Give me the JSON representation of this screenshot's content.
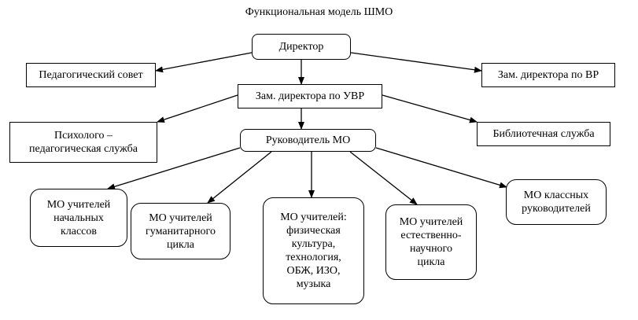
{
  "title": "Функциональная модель ШМО",
  "nodes": {
    "director": "Директор",
    "ped_council": "Педагогический совет",
    "deputy_vr": "Зам. директора по ВР",
    "deputy_uvr": "Зам. директора по УВР",
    "psych_service": "Психолого – педагогическая служба",
    "library": "Библиотечная служба",
    "mo_head": "Руководитель МО",
    "mo_primary": "МО учителей начальных классов",
    "mo_humanities": "МО учителей гуманитарного цикла",
    "mo_pe": "МО учителей: физическая культура, технология, ОБЖ, ИЗО, музыка",
    "mo_science": "МО учителей естественно-научного цикла",
    "mo_class_teachers": "МО классных руководителей"
  }
}
